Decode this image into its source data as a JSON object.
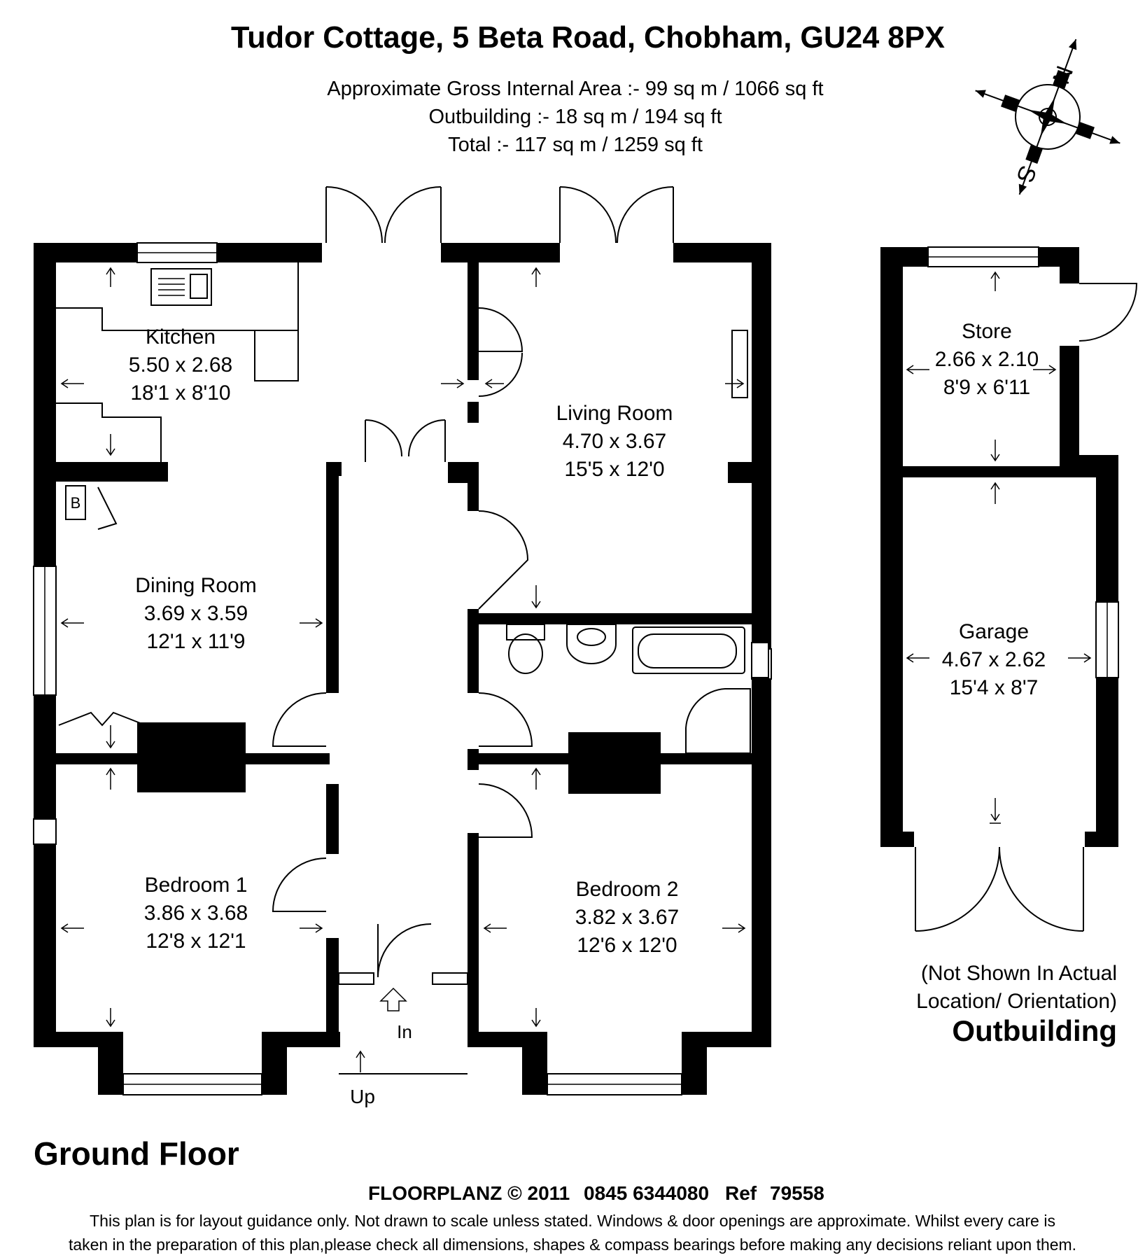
{
  "header": {
    "title": "Tudor Cottage, 5 Beta Road, Chobham, GU24 8PX",
    "area_lines": [
      "Approximate Gross Internal Area :- 99 sq m / 1066 sq ft",
      "Outbuilding :- 18 sq m / 194 sq ft",
      "Total :- 117 sq m / 1259 sq ft"
    ]
  },
  "compass": {
    "north": "N",
    "south": "S"
  },
  "ground_floor": {
    "label": "Ground Floor",
    "rooms": {
      "kitchen": {
        "name": "Kitchen",
        "metric": "5.50 x 2.68",
        "imperial": "18'1 x 8'10"
      },
      "living_room": {
        "name": "Living Room",
        "metric": "4.70 x 3.67",
        "imperial": "15'5 x 12'0"
      },
      "dining_room": {
        "name": "Dining Room",
        "metric": "3.69 x 3.59",
        "imperial": "12'1 x 11'9"
      },
      "bedroom1": {
        "name": "Bedroom 1",
        "metric": "3.86 x 3.68",
        "imperial": "12'8 x 12'1"
      },
      "bedroom2": {
        "name": "Bedroom 2",
        "metric": "3.82 x 3.67",
        "imperial": "12'6 x 12'0"
      }
    },
    "boiler": "B",
    "entrance": "In",
    "step": "Up"
  },
  "outbuilding": {
    "label": "Outbuilding",
    "note_lines": [
      "(Not Shown In Actual",
      "Location/ Orientation)"
    ],
    "rooms": {
      "store": {
        "name": "Store",
        "metric": "2.66 x 2.10",
        "imperial": "8'9 x 6'11"
      },
      "garage": {
        "name": "Garage",
        "metric": "4.67 x 2.62",
        "imperial": "15'4 x 8'7"
      }
    }
  },
  "footer": {
    "brand": "FLOORPLANZ © 2011",
    "phone": "0845 6344080",
    "ref_label": "Ref",
    "ref": "79558",
    "disclaimer_lines": [
      "This plan is for layout guidance only. Not drawn to scale unless stated. Windows & door openings are approximate. Whilst every care is",
      "taken in the preparation of this plan,please check all dimensions, shapes & compass bearings before making any decisions reliant upon them."
    ]
  }
}
